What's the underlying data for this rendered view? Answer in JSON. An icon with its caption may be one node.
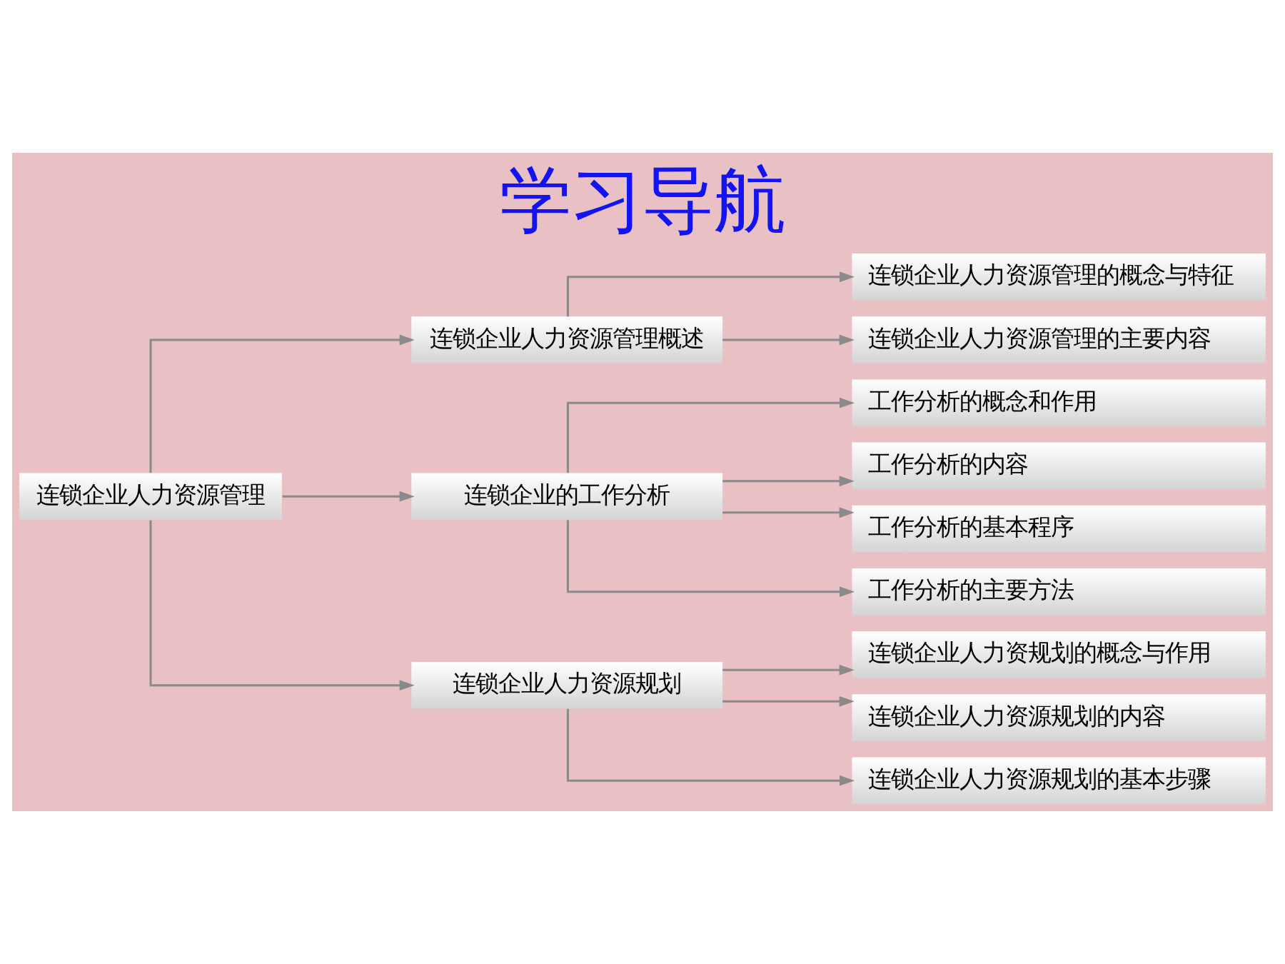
{
  "diagram": {
    "title": "学习导航",
    "nodes": [
      {
        "text": [
          "连锁企业人力资源管理"
        ]
      },
      {
        "text": [
          "连锁企业人力资源管理概述"
        ]
      },
      {
        "text": [
          "连锁企业的工作分析"
        ]
      },
      {
        "text": [
          "连锁企业人力资源规划"
        ]
      },
      {
        "text": [
          "连锁企业人力资源管理的概念与特征"
        ]
      },
      {
        "text": [
          "连锁企业人力资源管理的主要内容"
        ]
      },
      {
        "text": [
          "工作分析的概念和作用"
        ]
      },
      {
        "text": [
          "工作分析的内容"
        ]
      },
      {
        "text": [
          "工作分析的基本程序"
        ]
      },
      {
        "text": [
          "工作分析的主要方法"
        ]
      },
      {
        "text": [
          "连锁企业人力资规划的概念与作用"
        ]
      },
      {
        "text": [
          "连锁企业人力资源规划的内容"
        ]
      },
      {
        "text": [
          "连锁企业人力资源规划的基本步骤"
        ]
      }
    ],
    "edges": [
      {
        "from": 0,
        "to": 1,
        "arrow": "to"
      },
      {
        "from": 0,
        "to": 2,
        "arrow": "to"
      },
      {
        "from": 0,
        "to": 3,
        "arrow": "to"
      },
      {
        "from": 1,
        "to": 4,
        "arrow": "to"
      },
      {
        "from": 1,
        "to": 5,
        "arrow": "to"
      },
      {
        "from": 2,
        "to": 6,
        "arrow": "to"
      },
      {
        "from": 2,
        "to": 7,
        "arrow": "to"
      },
      {
        "from": 2,
        "to": 8,
        "arrow": "to"
      },
      {
        "from": 2,
        "to": 9,
        "arrow": "to"
      },
      {
        "from": 3,
        "to": 10,
        "arrow": "to"
      },
      {
        "from": 3,
        "to": 11,
        "arrow": "to"
      },
      {
        "from": 3,
        "to": 12,
        "arrow": "to"
      }
    ]
  }
}
